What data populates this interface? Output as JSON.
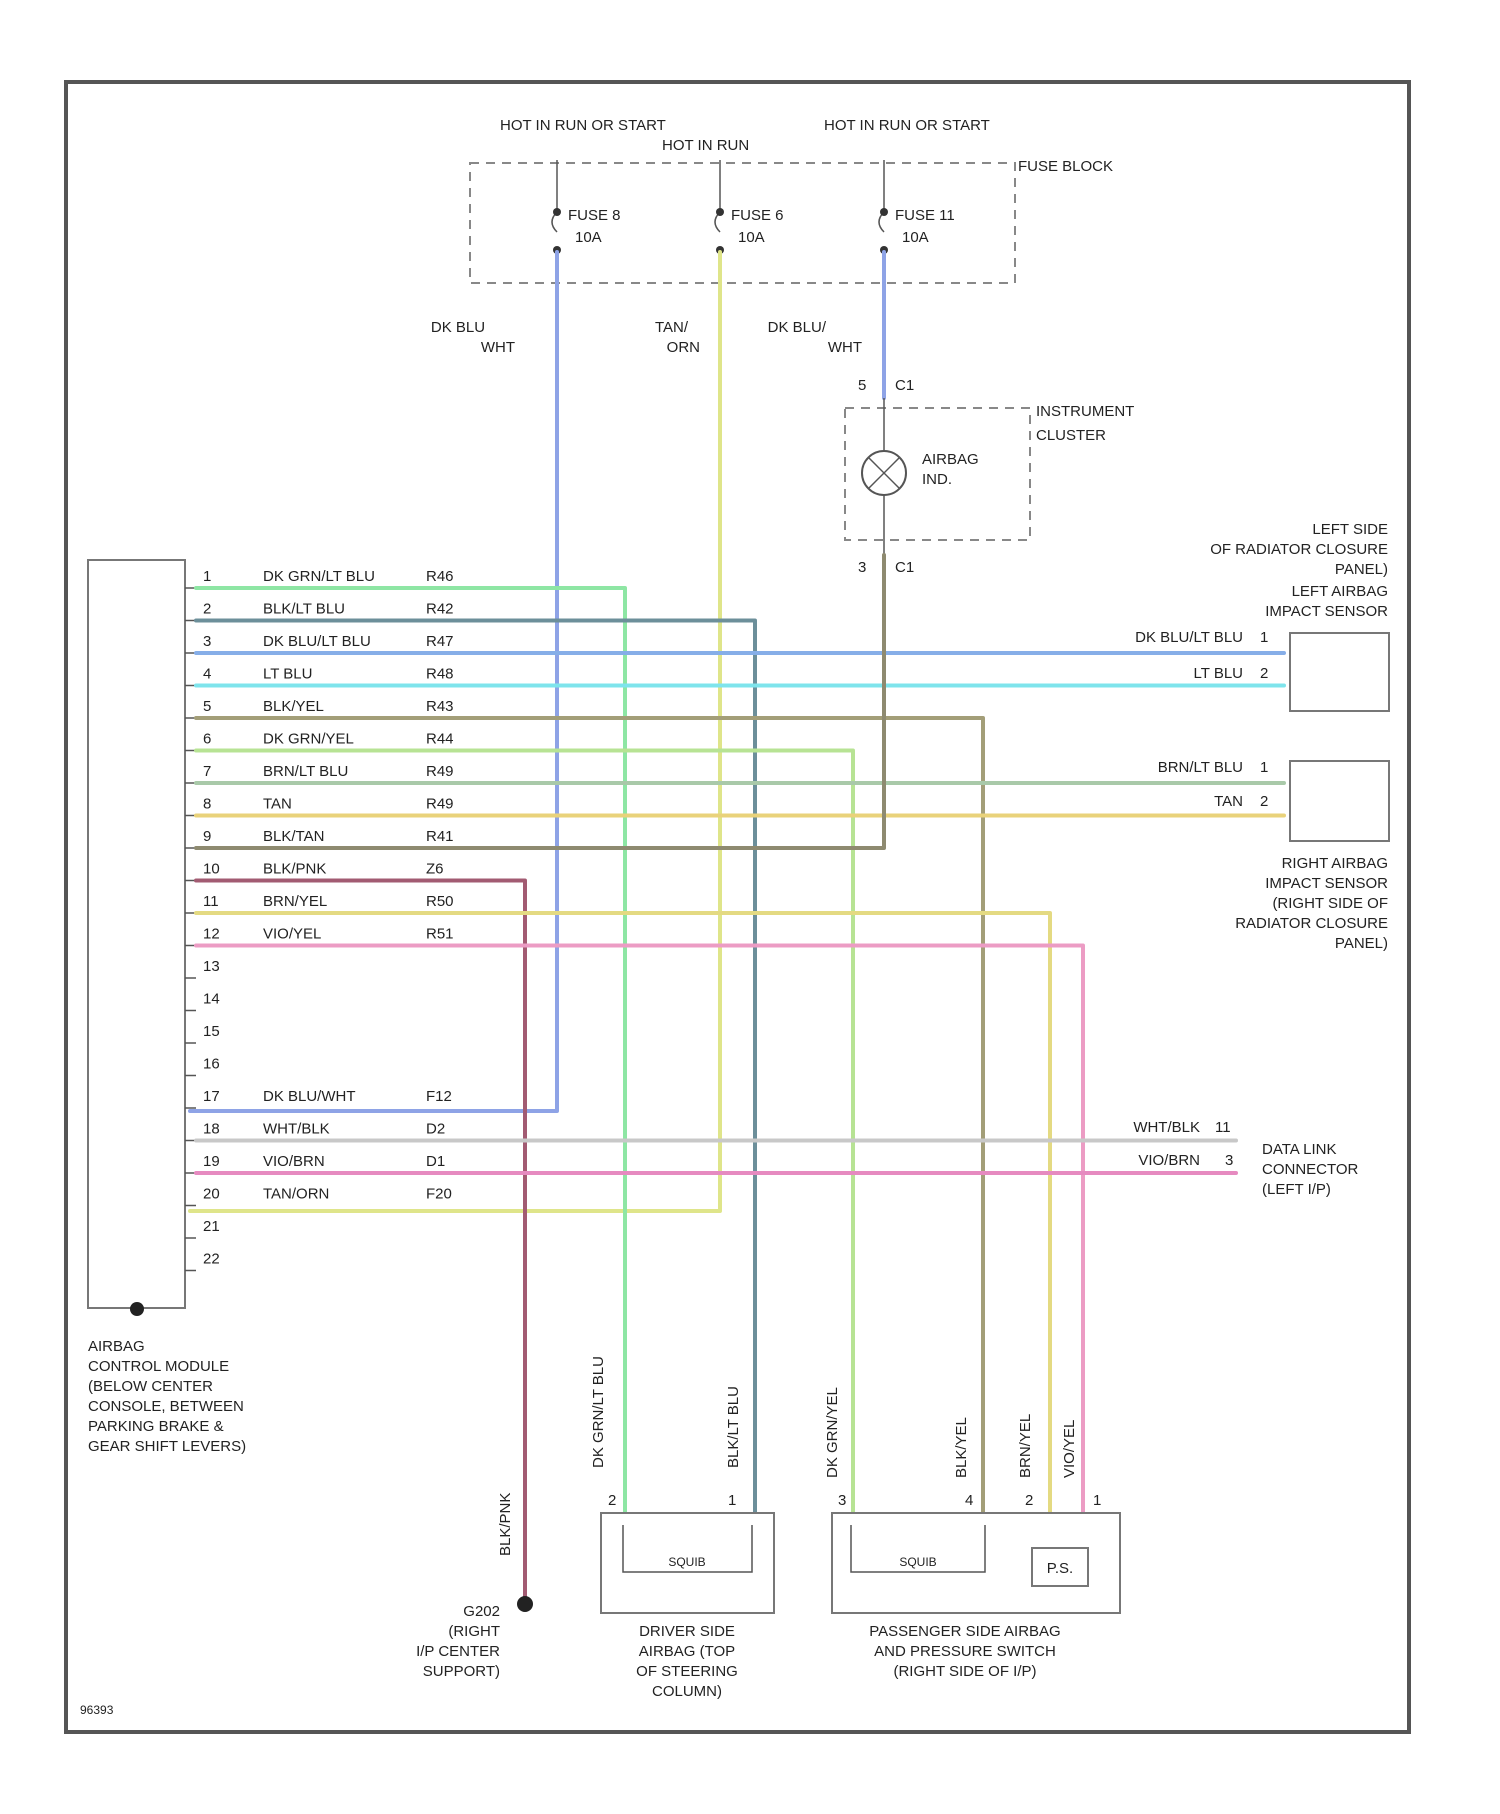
{
  "fuse_block": {
    "label": "FUSE BLOCK",
    "sources": [
      "HOT IN RUN OR START",
      "HOT IN RUN",
      "HOT IN RUN OR START"
    ],
    "fuses": [
      {
        "name": "FUSE 8",
        "rating": "10A"
      },
      {
        "name": "FUSE 6",
        "rating": "10A"
      },
      {
        "name": "FUSE 11",
        "rating": "10A"
      }
    ]
  },
  "feed_wires": [
    {
      "color": "DK BLU WHT",
      "color_hex": "#8ea3e6"
    },
    {
      "color": "TAN ORN",
      "color_hex": "#dfe58a"
    },
    {
      "color": "DK BLU WHT",
      "color_hex": "#8ea3e6"
    }
  ],
  "instrument_cluster": {
    "label": "INSTRUMENT CLUSTER",
    "indicator": "AIRBAG IND.",
    "pins": [
      {
        "pin": "5",
        "conn": "C1"
      },
      {
        "pin": "3",
        "conn": "C1"
      }
    ]
  },
  "module": {
    "label": "AIRBAG CONTROL MODULE (BELOW CENTER CONSOLE, BETWEEN PARKING BRAKE & GEAR SHIFT LEVERS)",
    "pins": [
      {
        "pin": "1",
        "color": "DK GRN/LT BLU",
        "circuit": "R46",
        "hex": "#8ee6a4"
      },
      {
        "pin": "2",
        "color": "BLK/LT BLU",
        "circuit": "R42",
        "hex": "#6c8f9a"
      },
      {
        "pin": "3",
        "color": "DK BLU/LT BLU",
        "circuit": "R47",
        "hex": "#86aee8"
      },
      {
        "pin": "4",
        "color": "LT BLU",
        "circuit": "R48",
        "hex": "#7ee4ec"
      },
      {
        "pin": "5",
        "color": "BLK/YEL",
        "circuit": "R43",
        "hex": "#a39e78"
      },
      {
        "pin": "6",
        "color": "DK GRN/YEL",
        "circuit": "R44",
        "hex": "#b7e394"
      },
      {
        "pin": "7",
        "color": "BRN/LT BLU",
        "circuit": "R49",
        "hex": "#a9c9a9"
      },
      {
        "pin": "8",
        "color": "TAN",
        "circuit": "R49",
        "hex": "#e9d27a"
      },
      {
        "pin": "9",
        "color": "BLK/TAN",
        "circuit": "R41",
        "hex": "#8e8a70"
      },
      {
        "pin": "10",
        "color": "BLK/PNK",
        "circuit": "Z6",
        "hex": "#a25b72"
      },
      {
        "pin": "11",
        "color": "BRN/YEL",
        "circuit": "R50",
        "hex": "#e4da82"
      },
      {
        "pin": "12",
        "color": "VIO/YEL",
        "circuit": "R51",
        "hex": "#ec9cc4"
      },
      {
        "pin": "13",
        "color": "",
        "circuit": "",
        "hex": ""
      },
      {
        "pin": "14",
        "color": "",
        "circuit": "",
        "hex": ""
      },
      {
        "pin": "15",
        "color": "",
        "circuit": "",
        "hex": ""
      },
      {
        "pin": "16",
        "color": "",
        "circuit": "",
        "hex": ""
      },
      {
        "pin": "17",
        "color": "DK BLU/WHT",
        "circuit": "F12",
        "hex": "#8ea3e6"
      },
      {
        "pin": "18",
        "color": "WHT/BLK",
        "circuit": "D2",
        "hex": "#c8c8c8"
      },
      {
        "pin": "19",
        "color": "VIO/BRN",
        "circuit": "D1",
        "hex": "#e68ac0"
      },
      {
        "pin": "20",
        "color": "TAN/ORN",
        "circuit": "F20",
        "hex": "#dfe58a"
      },
      {
        "pin": "21",
        "color": "",
        "circuit": "",
        "hex": ""
      },
      {
        "pin": "22",
        "color": "",
        "circuit": "",
        "hex": ""
      }
    ]
  },
  "left_sensor": {
    "location": "LEFT SIDE OF RADIATOR CLOSURE PANEL",
    "name": "LEFT AIRBAG IMPACT SENSOR",
    "wires": [
      {
        "label": "DK BLU/LT BLU",
        "pin": "1"
      },
      {
        "label": "LT BLU",
        "pin": "2"
      }
    ]
  },
  "right_sensor": {
    "label": "RIGHT AIRBAG IMPACT SENSOR (RIGHT SIDE OF RADIATOR CLOSURE PANEL)",
    "wires": [
      {
        "label": "BRN/LT BLU",
        "pin": "1"
      },
      {
        "label": "TAN",
        "pin": "2"
      }
    ]
  },
  "dlc": {
    "label": "DATA LINK CONNECTOR (LEFT I/P)",
    "wires": [
      {
        "label": "WHT/BLK",
        "pin": "11"
      },
      {
        "label": "VIO/BRN",
        "pin": "3"
      }
    ]
  },
  "ground": {
    "label": "G202 (RIGHT I/P CENTER SUPPORT)",
    "wire": "BLK/PNK"
  },
  "driver_airbag": {
    "label": "DRIVER SIDE AIRBAG (TOP OF STEERING COLUMN)",
    "wires": [
      {
        "label": "DK GRN/LT BLU",
        "pin": "2"
      },
      {
        "label": "BLK/LT BLU",
        "pin": "1"
      }
    ],
    "inner": "SQUIB"
  },
  "passenger_airbag": {
    "label": "PASSENGER SIDE AIRBAG AND PRESSURE SWITCH (RIGHT SIDE OF I/P)",
    "wires": [
      {
        "label": "DK GRN/YEL",
        "pin": "3"
      },
      {
        "label": "BLK/YEL",
        "pin": "4"
      },
      {
        "label": "BRN/YEL",
        "pin": "2"
      },
      {
        "label": "VIO/YEL",
        "pin": "1"
      }
    ],
    "switch": "P.S.",
    "inner": "SQUIB"
  },
  "footer": "96393"
}
